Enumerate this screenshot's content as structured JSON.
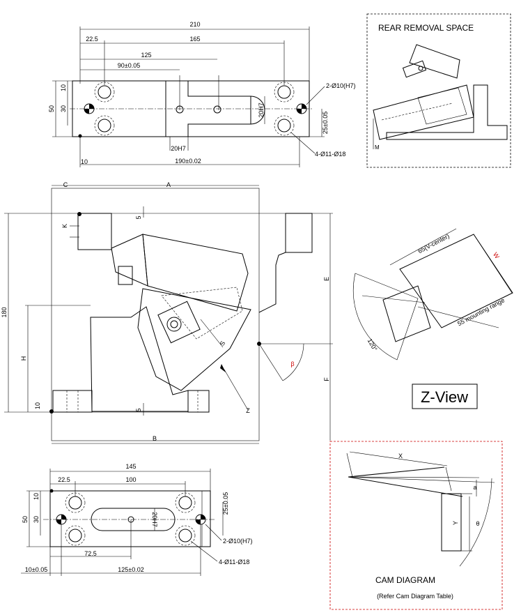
{
  "top_view": {
    "dim_210": "210",
    "dim_22_5": "22.5",
    "dim_165": "165",
    "dim_125": "125",
    "dim_90": "90±0.05",
    "dim_10": "10",
    "dim_30": "30",
    "dim_50": "50",
    "dim_20h7_v": "20H7",
    "dim_20h7_h": "20H7",
    "dim_25": "25±0.05",
    "dim_10_bottom": "10",
    "dim_190": "190±0.02",
    "pin_note": "2-Ø10(H7)",
    "hole_note": "4-Ø11-Ø18"
  },
  "rear_removal": {
    "title": "REAR REMOVAL SPACE",
    "m_label": "M"
  },
  "front_view": {
    "label_c": "C",
    "label_a": "A",
    "label_k": "K",
    "dim_5_top": "5",
    "label_e": "E",
    "dim_180": "180",
    "label_h": "H",
    "label_s": "S",
    "label_beta": "β",
    "label_f": "F",
    "dim_10": "10",
    "dim_5_bottom": "5",
    "label_z": "Z",
    "label_b": "B"
  },
  "z_view": {
    "dim_65": "65(V-center)",
    "label_w": "W",
    "dim_55": "55 mounting range",
    "dim_120": "120°",
    "title": "Z-View"
  },
  "bottom_view": {
    "dim_145": "145",
    "dim_22_5": "22.5",
    "dim_100": "100",
    "dim_10": "10",
    "dim_50": "50",
    "dim_30": "30",
    "dim_20h7": "20H7",
    "dim_25": "25±0.05",
    "pin_note": "2-Ø10(H7)",
    "dim_72_5": "72.5",
    "hole_note": "4-Ø11-Ø18",
    "dim_10_005": "10±0.05",
    "dim_125": "125±0.02"
  },
  "cam_diagram": {
    "label_x": "X",
    "label_a": "a",
    "label_y": "Y",
    "label_theta": "θ",
    "title": "CAM DIAGRAM",
    "subtitle": "(Refer Cam Diagram Table)"
  },
  "colors": {
    "line": "#000000",
    "accent_red": "#cc0000"
  }
}
